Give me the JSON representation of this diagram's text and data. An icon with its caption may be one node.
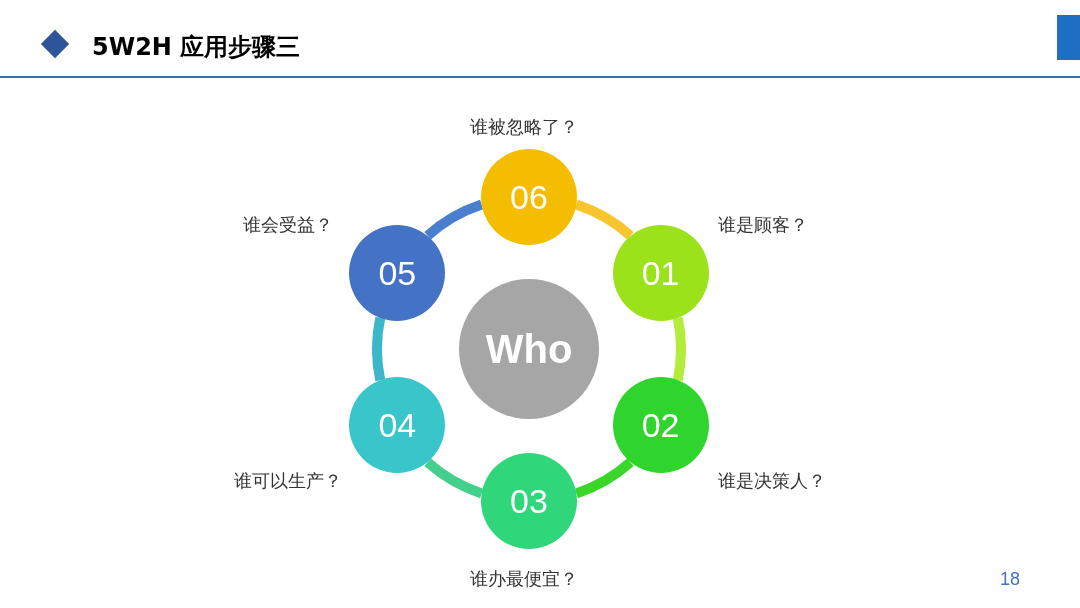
{
  "diagram": {
    "title": "5W2H 应用步骤三",
    "nodes": [
      {
        "text": [
          "Who"
        ]
      },
      {
        "text": [
          "01"
        ],
        "beside": [
          "谁是顾客？"
        ]
      },
      {
        "text": [
          "02"
        ],
        "beside": [
          "谁是决策人？"
        ]
      },
      {
        "text": [
          "03"
        ],
        "beside": [
          "谁办最便宜？"
        ]
      },
      {
        "text": [
          "04"
        ],
        "beside": [
          "谁可以生产？"
        ]
      },
      {
        "text": [
          "05"
        ],
        "beside": [
          "谁会受益？"
        ]
      },
      {
        "text": [
          "06"
        ],
        "beside": [
          "谁被忽略了？"
        ]
      }
    ],
    "edges": [
      {
        "from": 6,
        "to": 1,
        "arrow": "none",
        "color": "#f9c52e"
      },
      {
        "from": 1,
        "to": 2,
        "arrow": "none",
        "color": "#b4ec3c"
      },
      {
        "from": 2,
        "to": 3,
        "arrow": "none",
        "color": "#3ad62a"
      },
      {
        "from": 3,
        "to": 4,
        "arrow": "none",
        "color": "#44d08c"
      },
      {
        "from": 4,
        "to": 5,
        "arrow": "none",
        "color": "#3cb6c9"
      },
      {
        "from": 5,
        "to": 6,
        "arrow": "none",
        "color": "#4a7fd0"
      }
    ],
    "labels": [
      "18"
    ]
  }
}
